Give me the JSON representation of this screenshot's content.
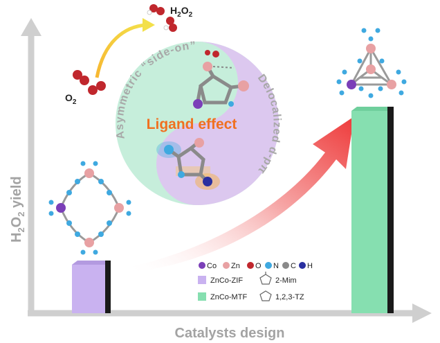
{
  "axes": {
    "y_label_main": "H",
    "y_label_sub": "2",
    "y_label_mid": "O",
    "y_label_sub2": "2",
    "y_label_end": " yield",
    "x_label": "Catalysts design"
  },
  "top_reaction": {
    "reactant_main": "O",
    "reactant_sub": "2",
    "product_main": "H",
    "product_sub": "2",
    "product_mid": "O",
    "product_sub2": "2"
  },
  "yin_yang": {
    "center_label": "Ligand effect",
    "upper_arc_text": "Asymmetric “side-on”",
    "lower_arc_text": "Delocalized d-pπ"
  },
  "legend": {
    "atoms": [
      {
        "symbol": "Co",
        "color": "#7b3fb8"
      },
      {
        "symbol": "Zn",
        "color": "#e8a1a3"
      },
      {
        "symbol": "O",
        "color": "#c0272d"
      },
      {
        "symbol": "N",
        "color": "#3fa9e0"
      },
      {
        "symbol": "C",
        "color": "#8a8a8a"
      },
      {
        "symbol": "H",
        "color": "#2a2fa0"
      }
    ],
    "materials": [
      {
        "name": "ZnCo-ZIF",
        "color": "#c9b2f0"
      },
      {
        "name": "ZnCo-MTF",
        "color": "#86dfb0"
      }
    ],
    "ligands": [
      "2-Mim",
      "1,2,3-TZ"
    ]
  },
  "colors": {
    "axis": "#cfcfcf",
    "zif_bar": "#c9b2f0",
    "mtf_bar": "#86dfb0",
    "label_orange": "#f07020",
    "arrow_red": "#ee3a3a",
    "yin_green": "#c6eedb",
    "yang_purple": "#dcc8ef"
  }
}
